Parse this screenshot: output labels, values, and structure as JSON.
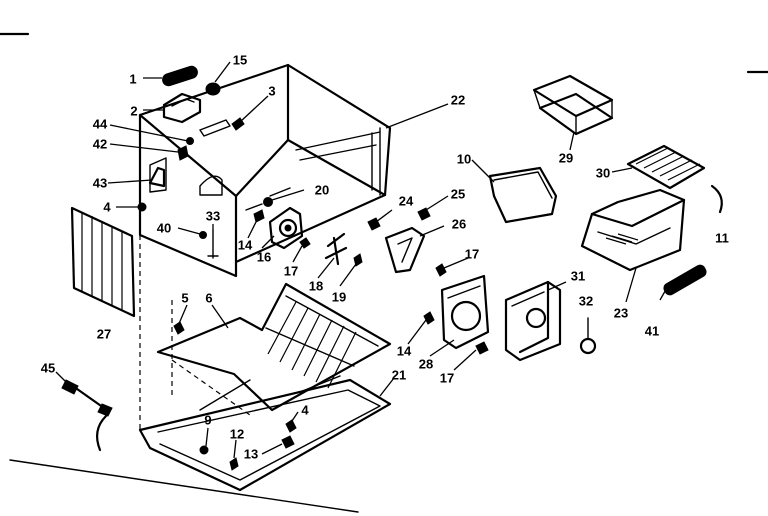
{
  "diagram": {
    "callouts": [
      "1",
      "15",
      "2",
      "3",
      "22",
      "44",
      "42",
      "43",
      "4",
      "20",
      "40",
      "33",
      "14",
      "16",
      "17",
      "24",
      "25",
      "26",
      "18",
      "19",
      "10",
      "29",
      "30",
      "11",
      "23",
      "41",
      "31",
      "32",
      "28",
      "5",
      "6",
      "27",
      "45",
      "21",
      "9",
      "12",
      "13"
    ]
  },
  "colors": {
    "ink": "#000000",
    "paper": "#ffffff"
  }
}
